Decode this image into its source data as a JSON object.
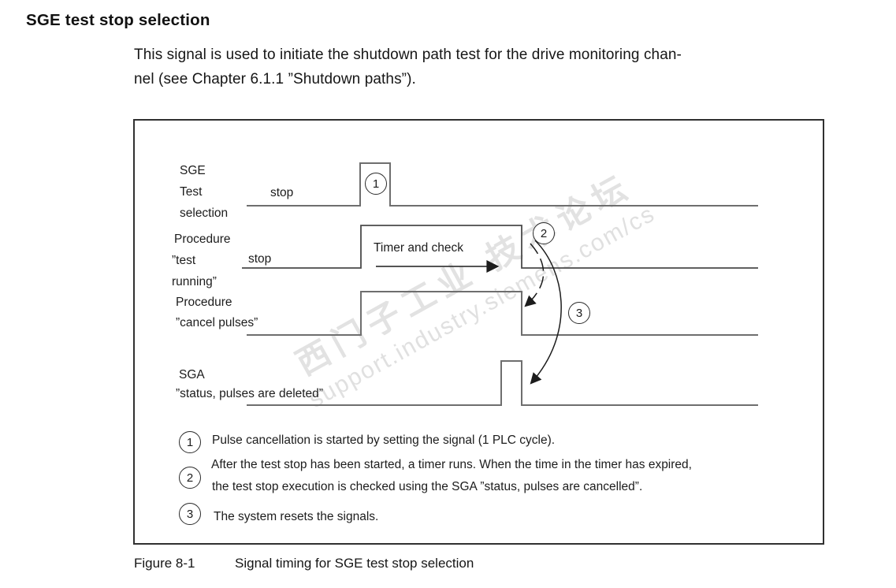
{
  "heading": "SGE test stop selection",
  "intro": {
    "line1": "This signal is used to initiate the shutdown path test for the drive monitoring chan-",
    "line2": "nel (see Chapter 6.1.1 ”Shutdown paths”)."
  },
  "diagram": {
    "row1": {
      "line1": "SGE",
      "line2": "Test",
      "line3": "selection",
      "level": "stop"
    },
    "row2": {
      "line1": "Procedure",
      "line2": "”test",
      "line3": "running”",
      "level": "stop"
    },
    "row3": {
      "line1": "Procedure",
      "line2": "”cancel pulses”"
    },
    "row4": {
      "line1": "SGA",
      "line2": "”status, pulses are deleted”"
    },
    "timer_label": "Timer and check",
    "badge1": "1",
    "badge2": "2",
    "badge3": "3"
  },
  "notes": {
    "n1": {
      "num": "1",
      "line1": "Pulse cancellation is started by setting the signal (1 PLC cycle)."
    },
    "n2": {
      "num": "2",
      "line1": "After the test stop has been started, a timer runs. When the time in the timer has expired,",
      "line2": "the test stop execution is checked using the SGA ”status, pulses are cancelled”."
    },
    "n3": {
      "num": "3",
      "line1": "The system resets the signals."
    }
  },
  "watermark": {
    "line1": "西门子工业  技术论坛",
    "line2": "support.industry.siemens.com/cs"
  },
  "caption": {
    "label": "Figure 8-1",
    "text": "Signal timing for SGE test stop selection"
  },
  "colors": {
    "signal_line": "#6e6e6e",
    "ink": "#1c1c1c",
    "box_border": "#303030",
    "watermark": "#e2e2e2"
  }
}
